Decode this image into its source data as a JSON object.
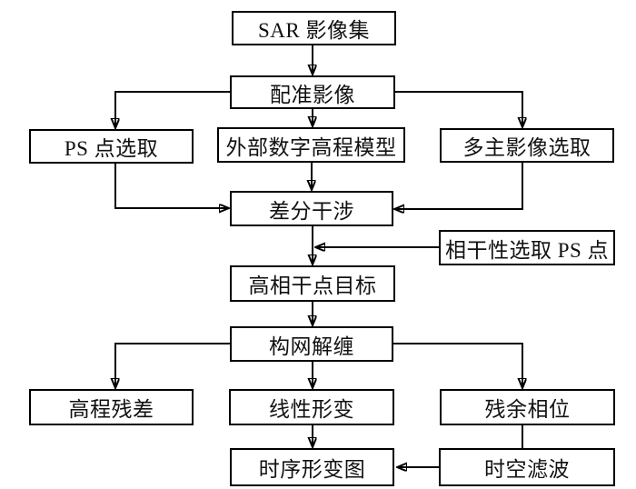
{
  "diagram": {
    "type": "flowchart",
    "background": "#ffffff",
    "line_color": "#000000",
    "box_fill": "#ffffff",
    "nodes": {
      "sar_set": "SAR 影像集",
      "registered": "配准影像",
      "ps_select": "PS 点选取",
      "dem": "外部数字高程模型",
      "multi_master": "多主影像选取",
      "diff_interf": "差分干涉",
      "coherence_ps": "相干性选取 PS 点",
      "high_coherence": "高相干点目标",
      "network_unwrap": "构网解缠",
      "height_residual": "高程残差",
      "linear_deform": "线性形变",
      "residual_phase": "残余相位",
      "ts_deform_map": "时序形变图",
      "st_filter": "时空滤波"
    }
  }
}
